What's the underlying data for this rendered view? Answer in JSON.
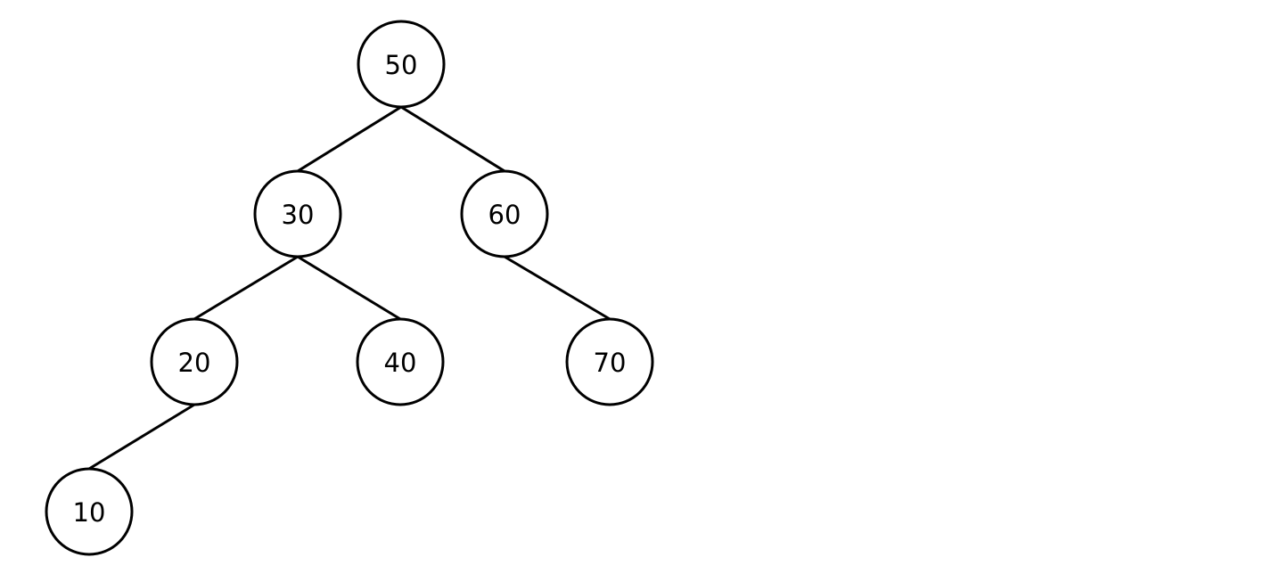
{
  "tree": {
    "nodes": [
      {
        "id": "n50",
        "label": "50"
      },
      {
        "id": "n30",
        "label": "30"
      },
      {
        "id": "n60",
        "label": "60"
      },
      {
        "id": "n20",
        "label": "20"
      },
      {
        "id": "n40",
        "label": "40"
      },
      {
        "id": "n70",
        "label": "70"
      },
      {
        "id": "n10",
        "label": "10"
      }
    ],
    "edges": [
      {
        "from": "n50",
        "to": "n30"
      },
      {
        "from": "n50",
        "to": "n60"
      },
      {
        "from": "n30",
        "to": "n20"
      },
      {
        "from": "n30",
        "to": "n40"
      },
      {
        "from": "n60",
        "to": "n70"
      },
      {
        "from": "n20",
        "to": "n10"
      }
    ]
  }
}
